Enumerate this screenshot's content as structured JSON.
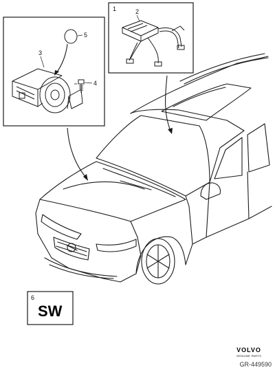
{
  "callouts": {
    "c1": "1",
    "c2": "2",
    "c3": "3",
    "c4": "4",
    "c5": "5",
    "c6": "6"
  },
  "sw_box": {
    "label": "SW"
  },
  "branding": {
    "logo": "VOLVO",
    "tagline": "GENUINE PARTS"
  },
  "reference": "GR-449590",
  "colors": {
    "line": "#1a1a1a",
    "background": "#ffffff"
  }
}
